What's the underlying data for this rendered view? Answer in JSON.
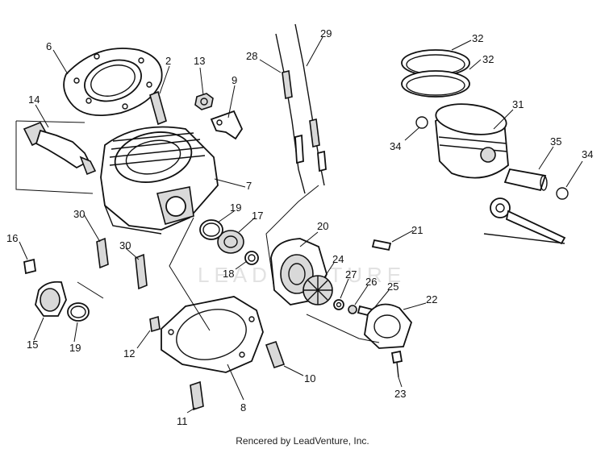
{
  "diagram": {
    "watermark": "LEADVENTURE",
    "footer": "Rencered by LeadVenture, Inc.",
    "callouts": [
      {
        "id": "c6",
        "label": "6"
      },
      {
        "id": "c2",
        "label": "2"
      },
      {
        "id": "c13",
        "label": "13"
      },
      {
        "id": "c9",
        "label": "9"
      },
      {
        "id": "c28",
        "label": "28"
      },
      {
        "id": "c29",
        "label": "29"
      },
      {
        "id": "c32a",
        "label": "32"
      },
      {
        "id": "c32b",
        "label": "32"
      },
      {
        "id": "c14",
        "label": "14"
      },
      {
        "id": "c31",
        "label": "31"
      },
      {
        "id": "c34a",
        "label": "34"
      },
      {
        "id": "c35",
        "label": "35"
      },
      {
        "id": "c34b",
        "label": "34"
      },
      {
        "id": "c7",
        "label": "7"
      },
      {
        "id": "c19a",
        "label": "19"
      },
      {
        "id": "c17",
        "label": "17"
      },
      {
        "id": "c30a",
        "label": "30"
      },
      {
        "id": "c20",
        "label": "20"
      },
      {
        "id": "c21",
        "label": "21"
      },
      {
        "id": "c16",
        "label": "16"
      },
      {
        "id": "c30b",
        "label": "30"
      },
      {
        "id": "c18",
        "label": "18"
      },
      {
        "id": "c24",
        "label": "24"
      },
      {
        "id": "c27",
        "label": "27"
      },
      {
        "id": "c26",
        "label": "26"
      },
      {
        "id": "c25",
        "label": "25"
      },
      {
        "id": "c22",
        "label": "22"
      },
      {
        "id": "c15",
        "label": "15"
      },
      {
        "id": "c19b",
        "label": "19"
      },
      {
        "id": "c12",
        "label": "12"
      },
      {
        "id": "c10",
        "label": "10"
      },
      {
        "id": "c23",
        "label": "23"
      },
      {
        "id": "c8",
        "label": "8"
      },
      {
        "id": "c11",
        "label": "11"
      }
    ]
  }
}
